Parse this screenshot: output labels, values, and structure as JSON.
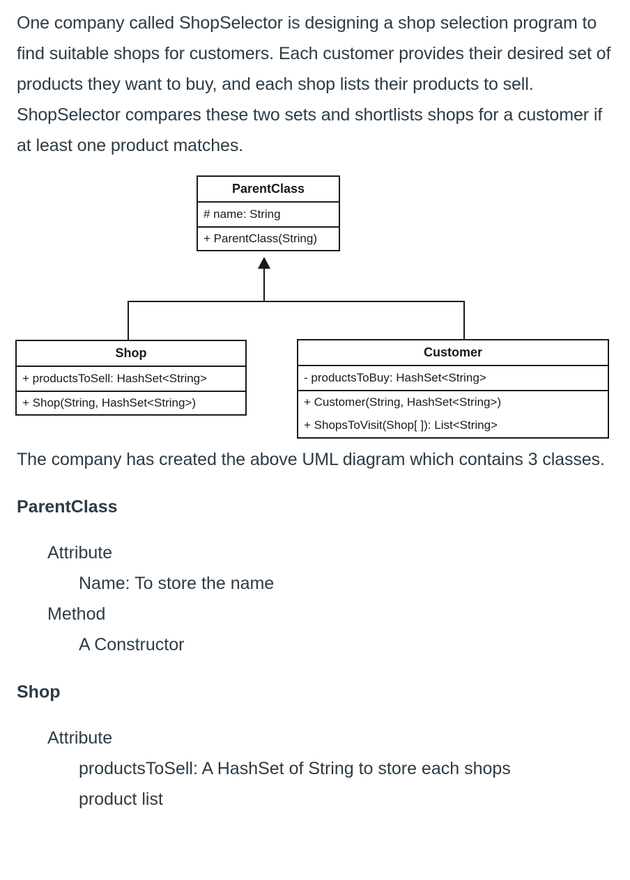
{
  "document": {
    "intro_paragraph": "One company called ShopSelector is designing a shop selection program to find suitable shops for customers. Each customer provides their desired set of products they want to buy, and each shop lists their products to sell. ShopSelector compares these two sets and shortlists shops for a customer if at least one product matches.",
    "after_diagram_paragraph": "The company has created the above UML diagram which contains 3 classes.",
    "text_color": "#2d3b45",
    "diagram_line_color": "#1a1a1a",
    "background_color": "#ffffff"
  },
  "uml_diagram": {
    "classes": [
      {
        "id": "parent",
        "name": "ParentClass",
        "attributes": [
          "# name: String"
        ],
        "methods": [
          "+ ParentClass(String)"
        ]
      },
      {
        "id": "shop",
        "name": "Shop",
        "attributes": [
          "+ productsToSell: HashSet<String>"
        ],
        "methods": [
          "+ Shop(String, HashSet<String>)"
        ]
      },
      {
        "id": "customer",
        "name": "Customer",
        "attributes": [
          "- productsToBuy: HashSet<String>"
        ],
        "methods": [
          "+ Customer(String, HashSet<String>)",
          "+ ShopsToVisit(Shop[ ]): List<String>"
        ]
      }
    ],
    "relationships": [
      {
        "type": "generalization",
        "from": "Shop",
        "to": "ParentClass"
      },
      {
        "type": "generalization",
        "from": "Customer",
        "to": "ParentClass"
      }
    ]
  },
  "sections": [
    {
      "heading": "ParentClass",
      "groups": [
        {
          "label": "Attribute",
          "items": [
            "Name: To store the name"
          ]
        },
        {
          "label": "Method",
          "items": [
            "A Constructor"
          ]
        }
      ]
    },
    {
      "heading": "Shop",
      "groups": [
        {
          "label": "Attribute",
          "items": [
            "productsToSell: A HashSet of String to store each shops product list"
          ]
        }
      ]
    }
  ]
}
